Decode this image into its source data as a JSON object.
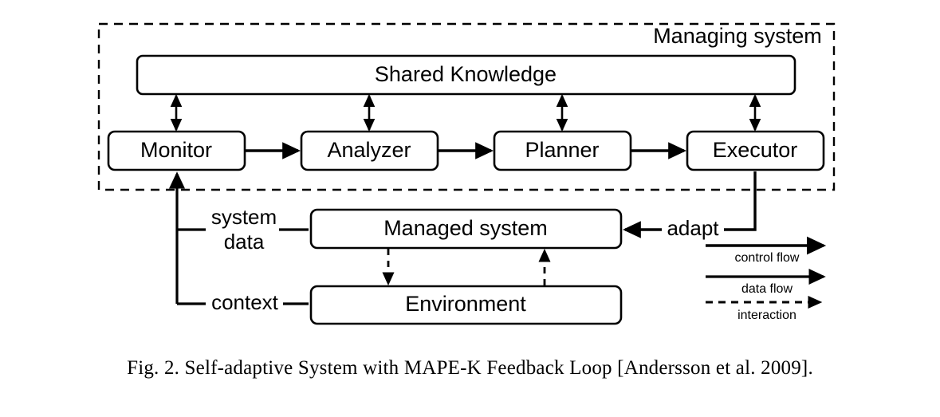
{
  "figure": {
    "caption": "Fig. 2.  Self-adaptive System with MAPE-K Feedback Loop [Andersson et al. 2009].",
    "background_color": "#ffffff",
    "stroke_color": "#000000"
  },
  "managing_system": {
    "label": "Managing system",
    "border_style": "dashed",
    "knowledge": {
      "label": "Shared Knowledge"
    },
    "mape_nodes": [
      {
        "id": "monitor",
        "label": "Monitor"
      },
      {
        "id": "analyzer",
        "label": "Analyzer"
      },
      {
        "id": "planner",
        "label": "Planner"
      },
      {
        "id": "executor",
        "label": "Executor"
      }
    ]
  },
  "managed": {
    "system_label": "Managed system",
    "environment_label": "Environment"
  },
  "edges": {
    "system_data": "system",
    "system_data_second_line": "data",
    "context": "context",
    "adapt": "adapt"
  },
  "legend": {
    "items": [
      {
        "id": "control-flow",
        "label": "control flow",
        "style": "solid-thick"
      },
      {
        "id": "data-flow",
        "label": "data flow",
        "style": "solid-thin"
      },
      {
        "id": "interaction",
        "label": "interaction",
        "style": "dashed"
      }
    ]
  }
}
